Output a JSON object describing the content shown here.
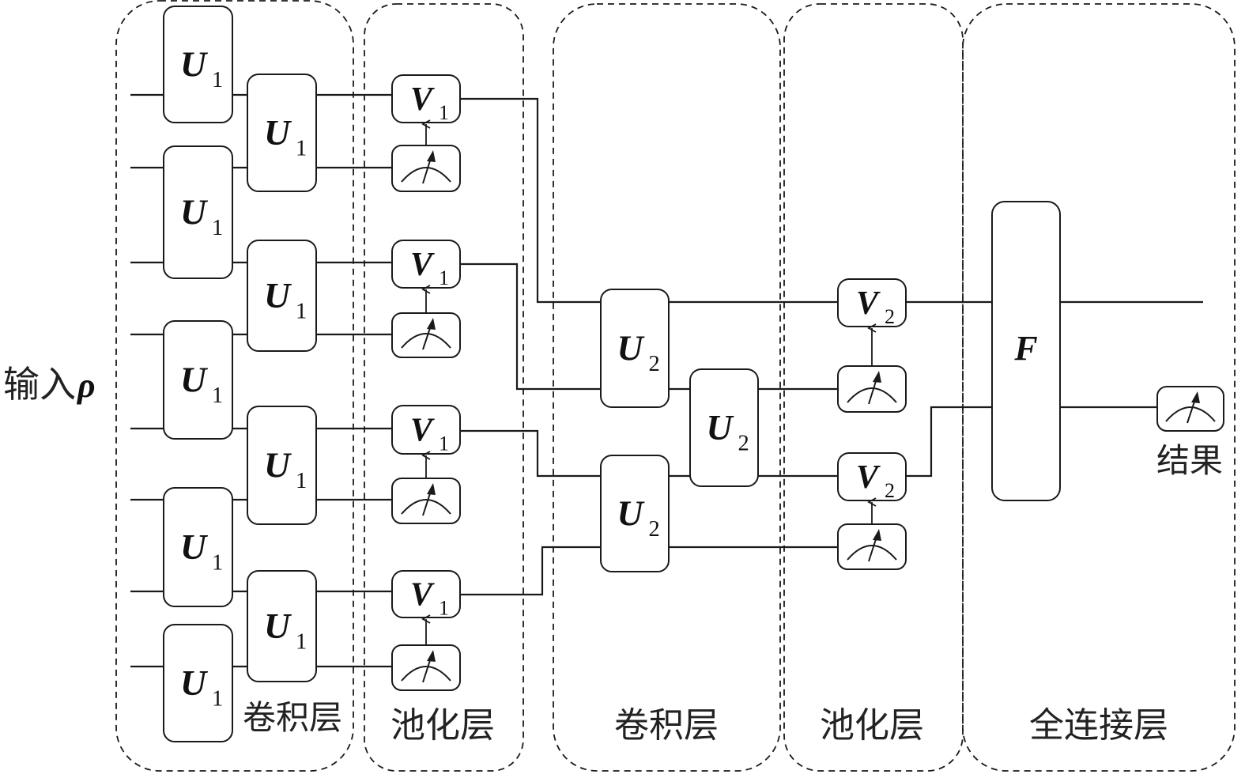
{
  "title": "Quantum convolutional neural network circuit",
  "input_label": {
    "text": "输入",
    "symbol": "ρ"
  },
  "result_label": "结果",
  "layers": [
    {
      "id": "conv1",
      "label": "卷积层"
    },
    {
      "id": "pool1",
      "label": "池化层"
    },
    {
      "id": "conv2",
      "label": "卷积层"
    },
    {
      "id": "pool2",
      "label": "池化层"
    },
    {
      "id": "fc",
      "label": "全连接层"
    }
  ],
  "gates": {
    "conv1": {
      "name": "U",
      "index": "1",
      "count": 9
    },
    "pool1": {
      "name": "V",
      "index": "1",
      "count": 4
    },
    "conv2": {
      "name": "U",
      "index": "2",
      "count": 3
    },
    "pool2": {
      "name": "V",
      "index": "2",
      "count": 2
    },
    "fc": {
      "name": "F",
      "index": ""
    }
  },
  "qubits_in": 8,
  "qubits_after_pool1": 4,
  "qubits_after_pool2": 2
}
